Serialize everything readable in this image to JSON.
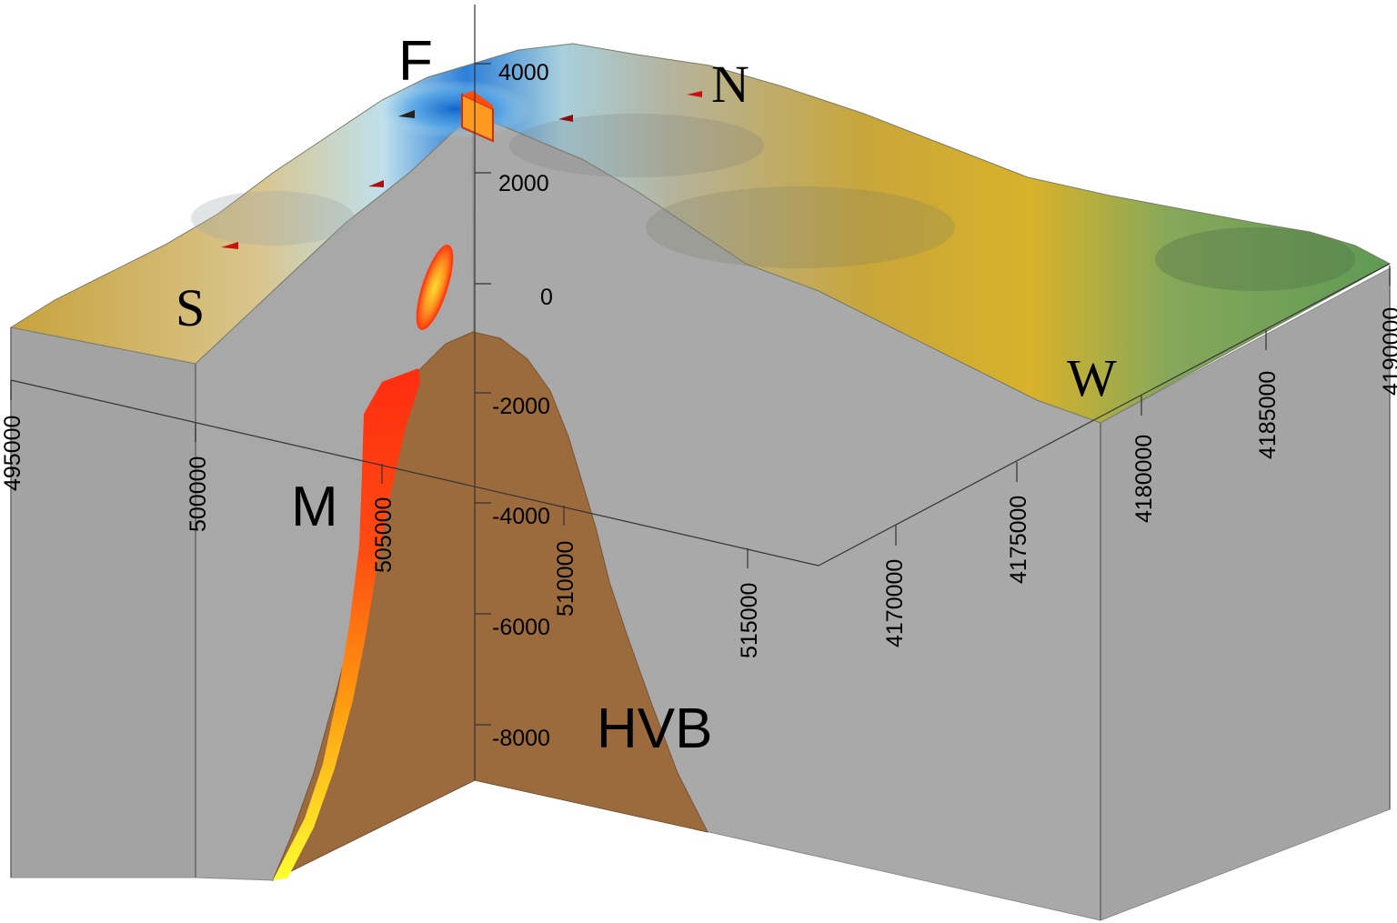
{
  "labels": {
    "f": "F",
    "n": "N",
    "s": "S",
    "w": "W",
    "m": "M",
    "hvb": "HVB"
  },
  "elevation_ticks": [
    "4000",
    "2000",
    "0",
    "-2000",
    "-4000",
    "-6000",
    "-8000"
  ],
  "easting_ticks": [
    "495000",
    "500000",
    "505000",
    "510000",
    "515000"
  ],
  "northing_ticks": [
    "4170000",
    "4175000",
    "4180000",
    "4185000",
    "4190000"
  ],
  "colors": {
    "box_face": "#a6a6a6",
    "hvb_body": "#9a6a3e",
    "magma_red": "#ff3a10",
    "magma_yellow": "#ffff2a",
    "surface_high": "#2a8fe0",
    "surface_mid": "#c9a84a",
    "surface_low": "#5f9e4f"
  }
}
